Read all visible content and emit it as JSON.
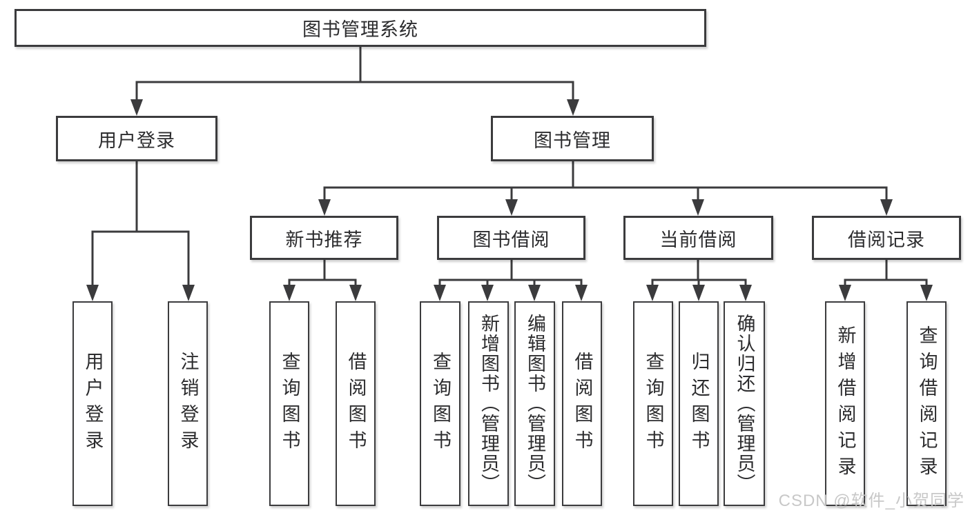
{
  "diagram_title": "图书管理系统",
  "nodes": {
    "root": "图书管理系统",
    "user_login": "用户登录",
    "book_management": "图书管理",
    "new_book_recommend": "新书推荐",
    "book_borrowing": "图书借阅",
    "current_borrowing": "当前借阅",
    "borrowing_records": "借阅记录",
    "ul_user_login": "用户登录",
    "ul_logout": "注销登录",
    "nb_query_books": "查询图书",
    "nb_borrow_books": "借阅图书",
    "bb_query_books": "查询图书",
    "bb_add_books": "新增图书（管理员）",
    "bb_edit_books": "编辑图书（管理员）",
    "bb_borrow_books": "借阅图书",
    "cb_query_books": "查询图书",
    "cb_return_books": "归还图书",
    "cb_confirm_return": "确认归还（管理员）",
    "br_add_record": "新增借阅记录",
    "br_query_record": "查询借阅记录"
  },
  "watermark": {
    "text": "CSDN @软件_小贺同学"
  },
  "colors": {
    "line": "#3b3b3d",
    "text": "#2c2c2e",
    "watermark": "#c8c8c8",
    "background": "#ffffff"
  }
}
